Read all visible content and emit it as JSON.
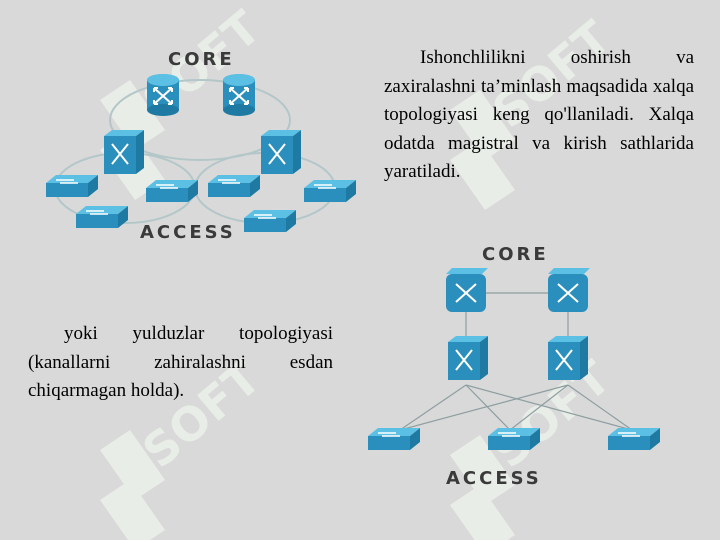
{
  "diagram_top": {
    "core_label": "CORE",
    "access_label": "ACCESS"
  },
  "diagram_bottom": {
    "core_label": "CORE",
    "access_label": "ACCESS"
  },
  "paragraph_1": "Ishonchlilikni oshirish va zaxiralashni ta’minlash maqsadida xalqa topologiyasi keng qo'llaniladi. Xalqa odatda magistral va kirish sathlarida yaratiladi.",
  "paragraph_2": "yoki yulduzlar topologiyasi (kanallarni zahiralashni esdan chiqarmagan holda).",
  "watermark": "SOFT",
  "colors": {
    "device_top": "#4cb0d6",
    "device_side": "#1f7aa3",
    "device_front": "#2a8fbc",
    "ring": "#b3c7c9",
    "watermark": "#eef3ec"
  }
}
